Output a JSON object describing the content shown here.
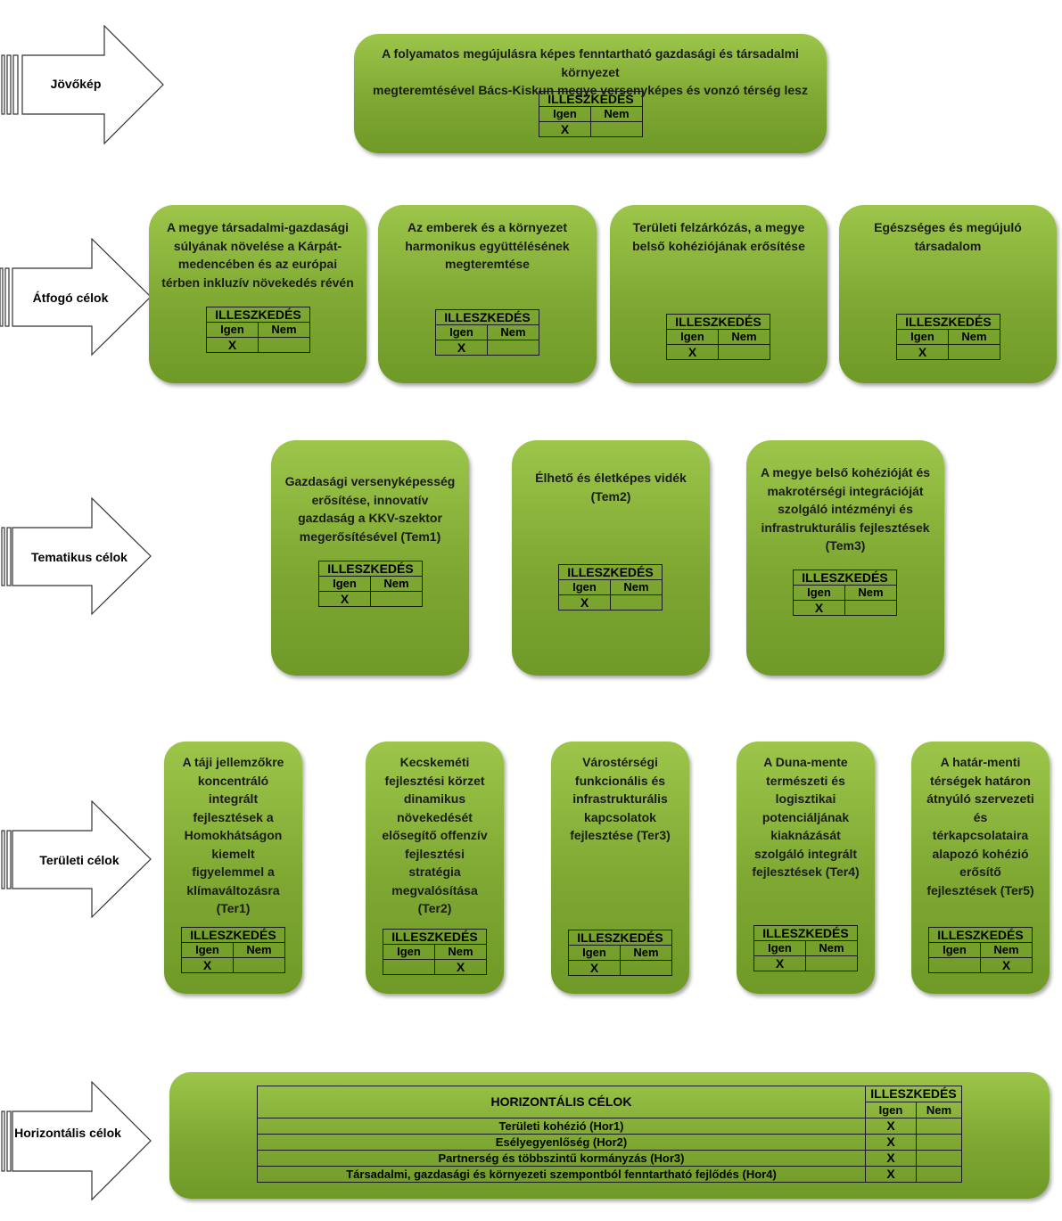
{
  "fit": {
    "header": "ILLESZKEDÉS",
    "yes": "Igen",
    "no": "Nem",
    "mark": "X"
  },
  "levels": [
    {
      "label": "Jövőkép"
    },
    {
      "label": "Átfogó célok"
    },
    {
      "label": "Tematikus célok"
    },
    {
      "label": "Területi célok"
    },
    {
      "label": "Horizontális célok"
    }
  ],
  "vision": {
    "lines": [
      "A folyamatos megújulásra képes fenntartható gazdasági és társadalmi környezet",
      "megteremtésével Bács-Kiskun megye versenyképes és vonzó térség lesz"
    ],
    "fit": "yes"
  },
  "overarching": [
    {
      "lines": [
        "A megye társadalmi-gazdasági",
        "súlyának növelése a Kárpát-",
        "medencében és az európai",
        "térben inkluzív növekedés révén"
      ],
      "fit": "yes"
    },
    {
      "lines": [
        "Az emberek és a környezet",
        "harmonikus együttélésének",
        "megteremtése"
      ],
      "fit": "yes"
    },
    {
      "lines": [
        "Területi felzárkózás, a megye",
        "belső kohéziójának erősítése"
      ],
      "fit": "yes"
    },
    {
      "lines": [
        "Egészséges és megújuló",
        "társadalom"
      ],
      "fit": "yes"
    }
  ],
  "thematic": [
    {
      "lines": [
        "Gazdasági versenyképesség",
        "erősítése, innovatív",
        "gazdaság a KKV-szektor",
        "megerősítésével (Tem1)"
      ],
      "fit": "yes"
    },
    {
      "lines": [
        "Élhető és életképes vidék",
        "(Tem2)"
      ],
      "fit": "yes"
    },
    {
      "lines": [
        "A megye belső kohézióját és",
        "makrotérségi integrációját",
        "szolgáló intézményi és",
        "infrastrukturális fejlesztések",
        "(Tem3)"
      ],
      "fit": "yes"
    }
  ],
  "territorial": [
    {
      "lines": [
        "A táji jellemzőkre",
        "koncentráló",
        "integrált",
        "fejlesztések a",
        "Homokhátságon",
        "kiemelt",
        "figyelemmel a",
        "klímaváltozásra",
        "(Ter1)"
      ],
      "fit": "yes"
    },
    {
      "lines": [
        "Kecskeméti",
        "fejlesztési körzet",
        "dinamikus",
        "növekedését",
        "elősegítő offenzív",
        "fejlesztési",
        "stratégia",
        "megvalósítása",
        "(Ter2)"
      ],
      "fit": "no"
    },
    {
      "lines": [
        "Várostérségi",
        "funkcionális és",
        "infrastrukturális",
        "kapcsolatok",
        "fejlesztése (Ter3)"
      ],
      "fit": "yes"
    },
    {
      "lines": [
        "A Duna-mente",
        "természeti és",
        "logisztikai",
        "potenciáljának",
        "kiaknázását",
        "szolgáló integrált",
        "fejlesztések (Ter4)"
      ],
      "fit": "yes"
    },
    {
      "lines": [
        "A határ-menti",
        "térségek határon",
        "átnyúló szervezeti",
        "és",
        "térkapcsolataira",
        "alapozó kohézió",
        "erősítő",
        "fejlesztések (Ter5)"
      ],
      "fit": "no"
    }
  ],
  "horizontal": {
    "title": "HORIZONTÁLIS CÉLOK",
    "rows": [
      {
        "label": "Területi kohézió (Hor1)",
        "fit": "yes"
      },
      {
        "label": "Esélyegyenlőség (Hor2)",
        "fit": "yes"
      },
      {
        "label": "Partnerség és többszintű kormányzás (Hor3)",
        "fit": "yes"
      },
      {
        "label": "Társadalmi, gazdasági és környezeti szempontból fenntartható fejlődés (Hor4)",
        "fit": "yes"
      }
    ]
  }
}
